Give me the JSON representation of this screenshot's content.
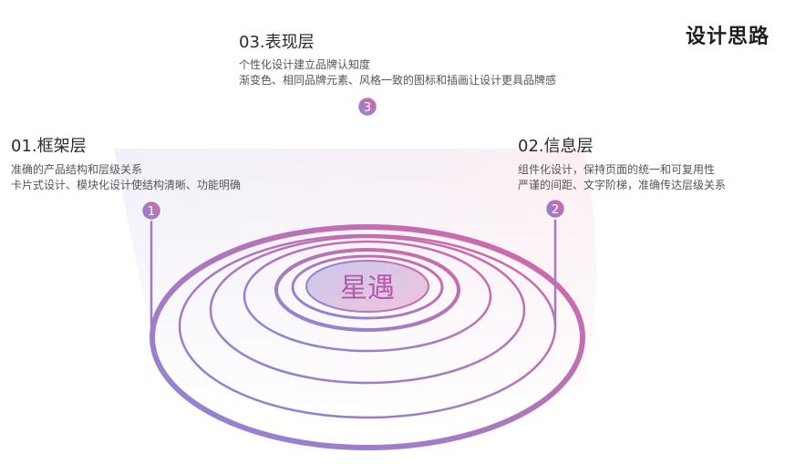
{
  "title": "设计思路",
  "center_label": "星遇",
  "layers": [
    {
      "badge": "1",
      "heading": "01.框架层",
      "lines": [
        "准确的产品结构和层级关系",
        "卡片式设计、模块化设计使结构清晰、功能明确"
      ]
    },
    {
      "badge": "2",
      "heading": "02.信息层",
      "lines": [
        "组件化设计，保持页面的统一和可复用性",
        "严谨的间距、文字阶梯，准确传达层级关系"
      ]
    },
    {
      "badge": "3",
      "heading": "03.表现层",
      "lines": [
        "个性化设计建立品牌认知度",
        "渐变色、相同品牌元素、风格一致的图标和插画让设计更具品牌感"
      ]
    }
  ],
  "colors": {
    "gradient_start": "#8a86d6",
    "gradient_end": "#d566a4",
    "center_text": "#b25aa8"
  }
}
